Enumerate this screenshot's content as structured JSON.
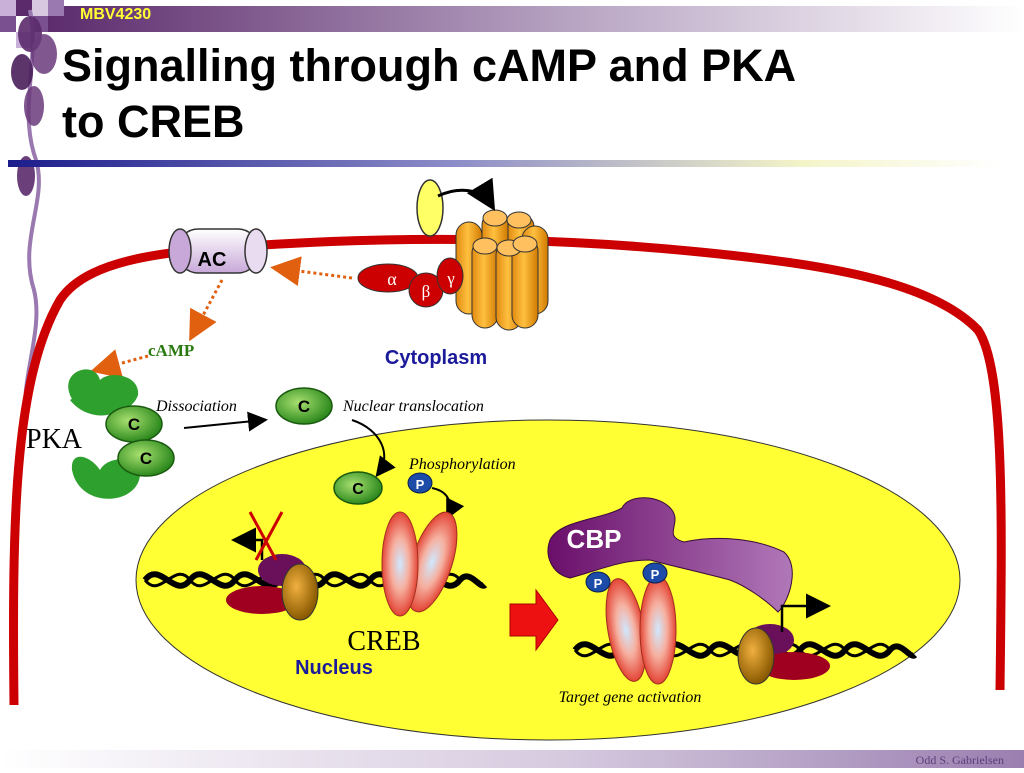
{
  "header": {
    "course_code": "MBV4230",
    "title_line1": "Signalling through cAMP and PKA",
    "title_line2": "to CREB",
    "author": "Odd S. Gabrielsen"
  },
  "diagram": {
    "ac_label": "AC",
    "camp_label": "cAMP",
    "g_alpha": "α",
    "g_beta": "β",
    "g_gamma": "γ",
    "cytoplasm_label": "Cytoplasm",
    "pka_label": "PKA",
    "catalytic_label": "C",
    "dissociation_label": "Dissociation",
    "nuclear_translocation_label": "Nuclear translocation",
    "phosphorylation_label": "Phosphorylation",
    "phosphate_label": "P",
    "cbp_label": "CBP",
    "creb_label": "CREB",
    "nucleus_label": "Nucleus",
    "target_gene_label": "Target gene activation"
  },
  "colors": {
    "membrane": "#cc0000",
    "nucleus_fill": "#ffff33",
    "pka_green": "#2ea02e",
    "catalytic_green": "#55bb22",
    "receptor_orange": "#f0a020",
    "cbp_purple": "#7a1f7a",
    "arrow_orange": "#e06010",
    "label_blue": "#1a1a9a"
  }
}
